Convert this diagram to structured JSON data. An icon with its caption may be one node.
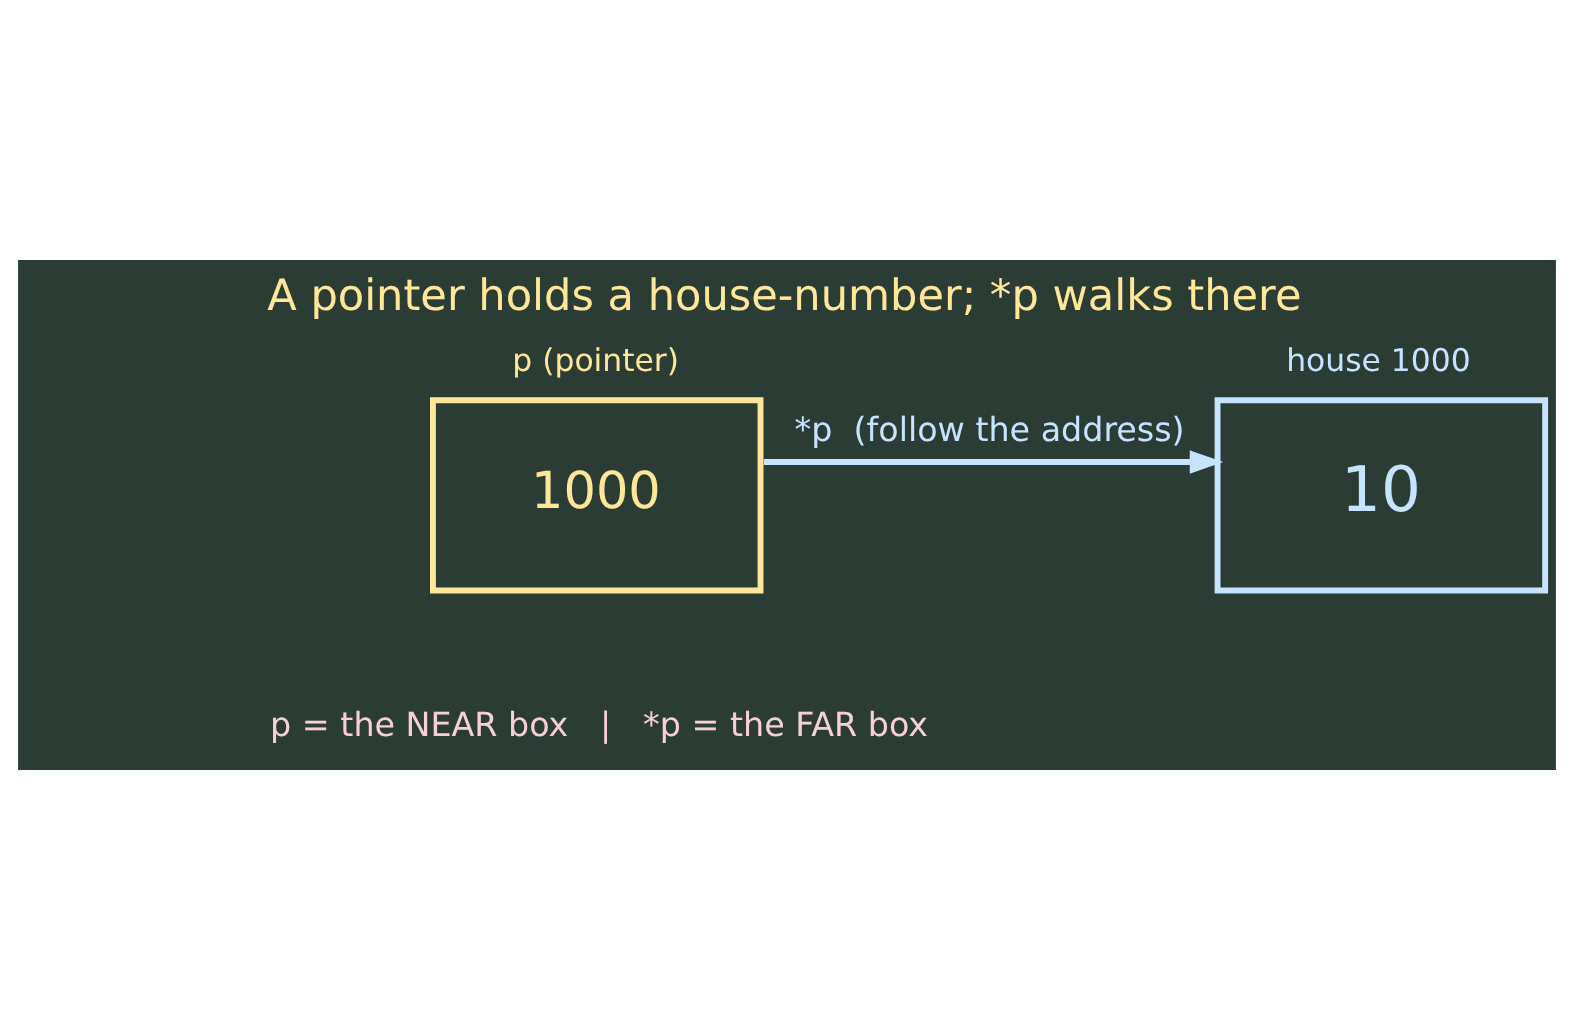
{
  "diagram": {
    "title": "A pointer holds a house-number; *p walks there",
    "nodes": [
      {
        "text": [
          "p (pointer)",
          "1000"
        ]
      },
      {
        "text": [
          "house 1000",
          "10"
        ]
      }
    ],
    "edges": [
      {
        "from": 0,
        "to": 1,
        "arrow": "to",
        "label": "*p  (follow the address)"
      }
    ],
    "labels": [
      "p = the NEAR box   |   *p = the FAR box"
    ]
  }
}
